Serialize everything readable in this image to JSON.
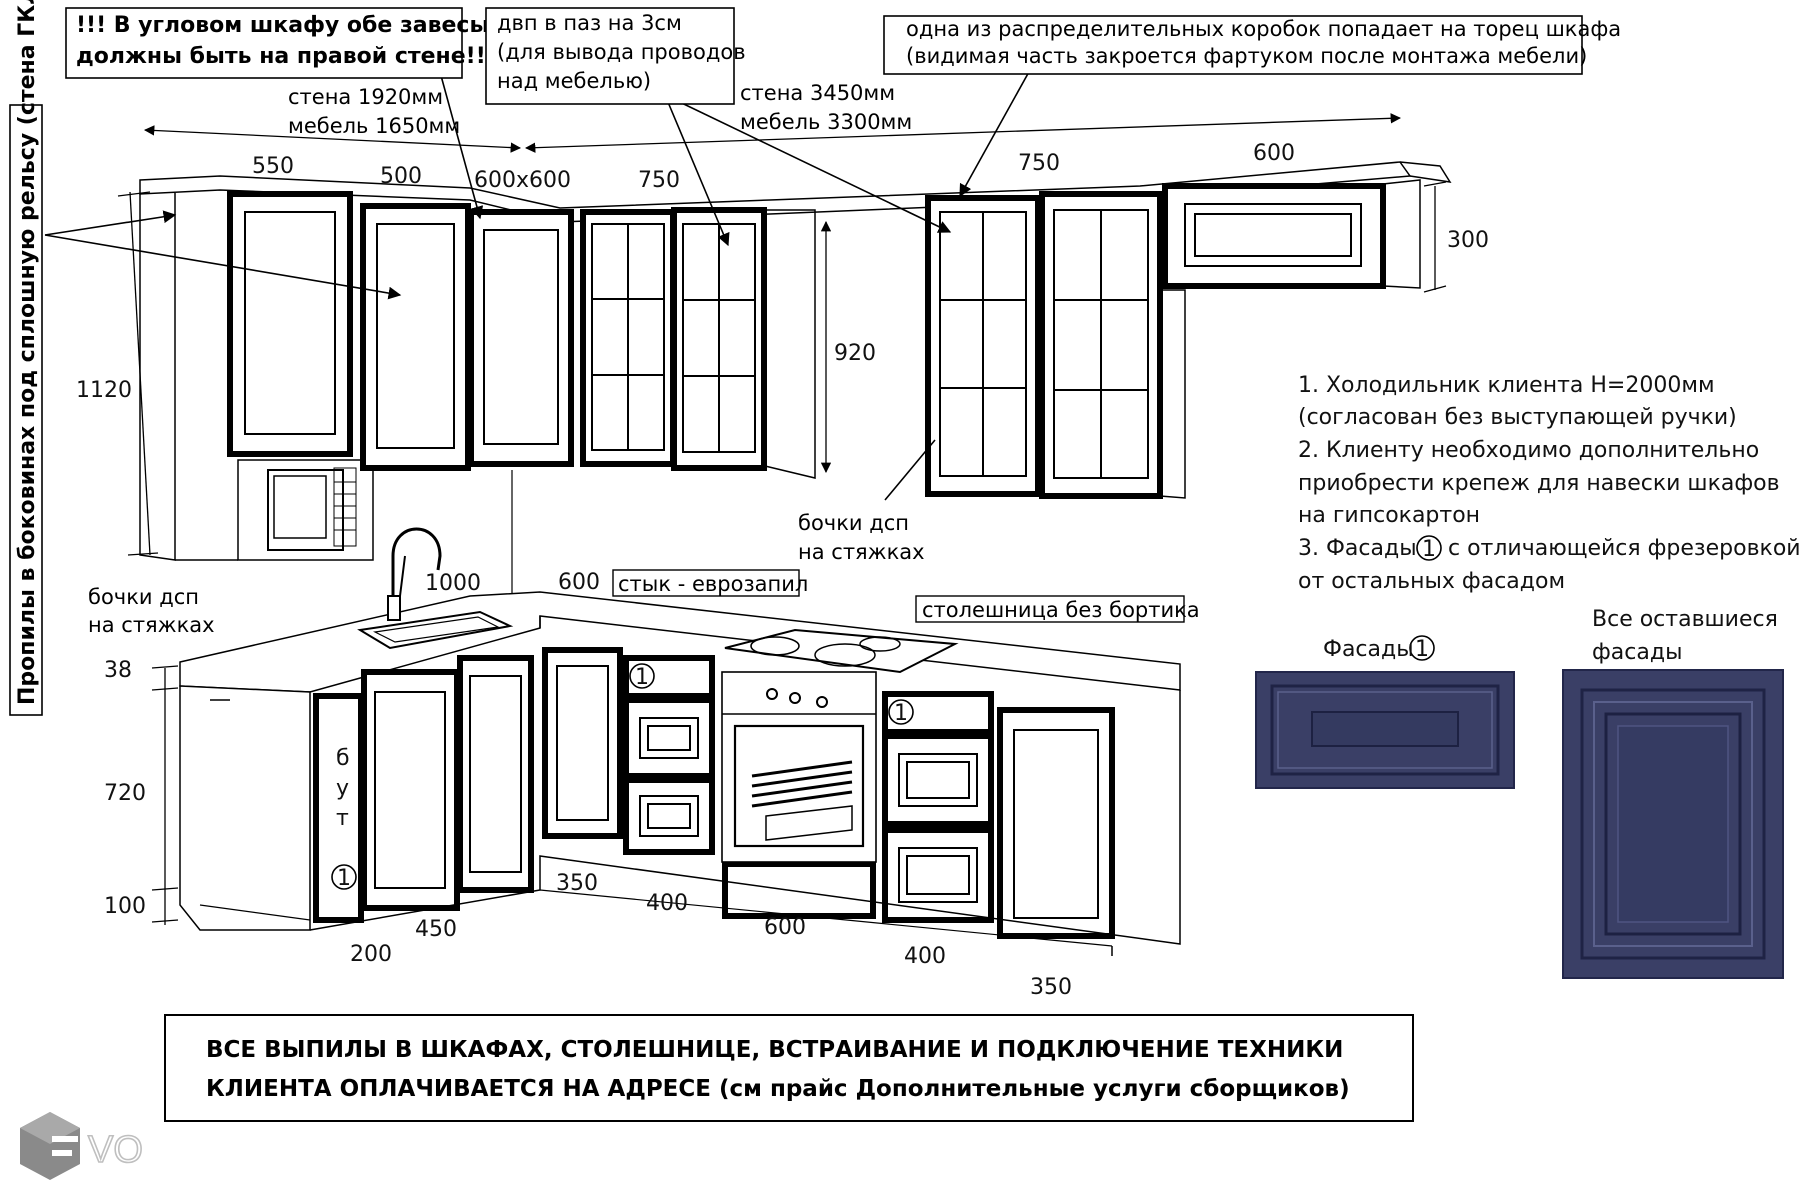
{
  "notes": {
    "corner_hinges": [
      "!!! В угловом шкафу обе завесы",
      "должны быть на правой стене!!!"
    ],
    "hdf_groove": [
      "двп в паз на 3см",
      "(для вывода проводов",
      "над мебелью)"
    ],
    "junction_box": [
      "одна из распределительных коробок попадает на торец шкафа",
      "(видимая часть закроется фартуком после монтажа мебели)"
    ],
    "side_cuts": "Пропилы в боковинах под сплошную рельсу (стена ГКЛ)",
    "wall_left": [
      "стена 1920мм",
      "мебель 1650мм"
    ],
    "wall_right": [
      "стена 3450мм",
      "мебель 3300мм"
    ],
    "barrels_upper": [
      "бочки дсп",
      "на стяжках"
    ],
    "barrels_lower": [
      "бочки дсп",
      "на стяжках"
    ],
    "joint": "стык - еврозапил",
    "countertop": "столешница без бортика",
    "bottom_banner": [
      "ВСЕ ВЫПИЛЫ В ШКАФАХ, СТОЛЕШНИЦЕ, ВСТРАИВАНИЕ И ПОДКЛЮЧЕНИЕ ТЕХНИКИ",
      "КЛИЕНТА ОПЛАЧИВАЕТСЯ НА АДРЕСЕ (см прайс Дополнительные услуги сборщиков)"
    ],
    "list": [
      "1. Холодильник клиента Н=2000мм",
      "(согласован без выступающей ручки)",
      "2. Клиенту необходимо дополнительно",
      "приобрести крепеж для навески шкафов",
      "на гипсокартон",
      "3. Фасады",
      "с отличающейся фрезеровкой",
      "от остальных фасадом"
    ]
  },
  "dimensions": {
    "upper_widths": [
      "550",
      "500",
      "600х600",
      "750",
      "750",
      "600"
    ],
    "height_1120": "1120",
    "height_920": "920",
    "height_300": "300",
    "height_38": "38",
    "height_720": "720",
    "height_100": "100",
    "lower_left": [
      "1000",
      "600"
    ],
    "lower_bottom": [
      "200",
      "450",
      "350",
      "400",
      "600",
      "400",
      "350"
    ]
  },
  "marker": "1",
  "builtin_label": [
    "б",
    "у",
    "т"
  ],
  "samples": {
    "facade_1": "Фасады",
    "others": [
      "Все оставшиеся",
      "фасады"
    ],
    "color": "#3a3f66"
  },
  "logo": {
    "text": "VO"
  }
}
